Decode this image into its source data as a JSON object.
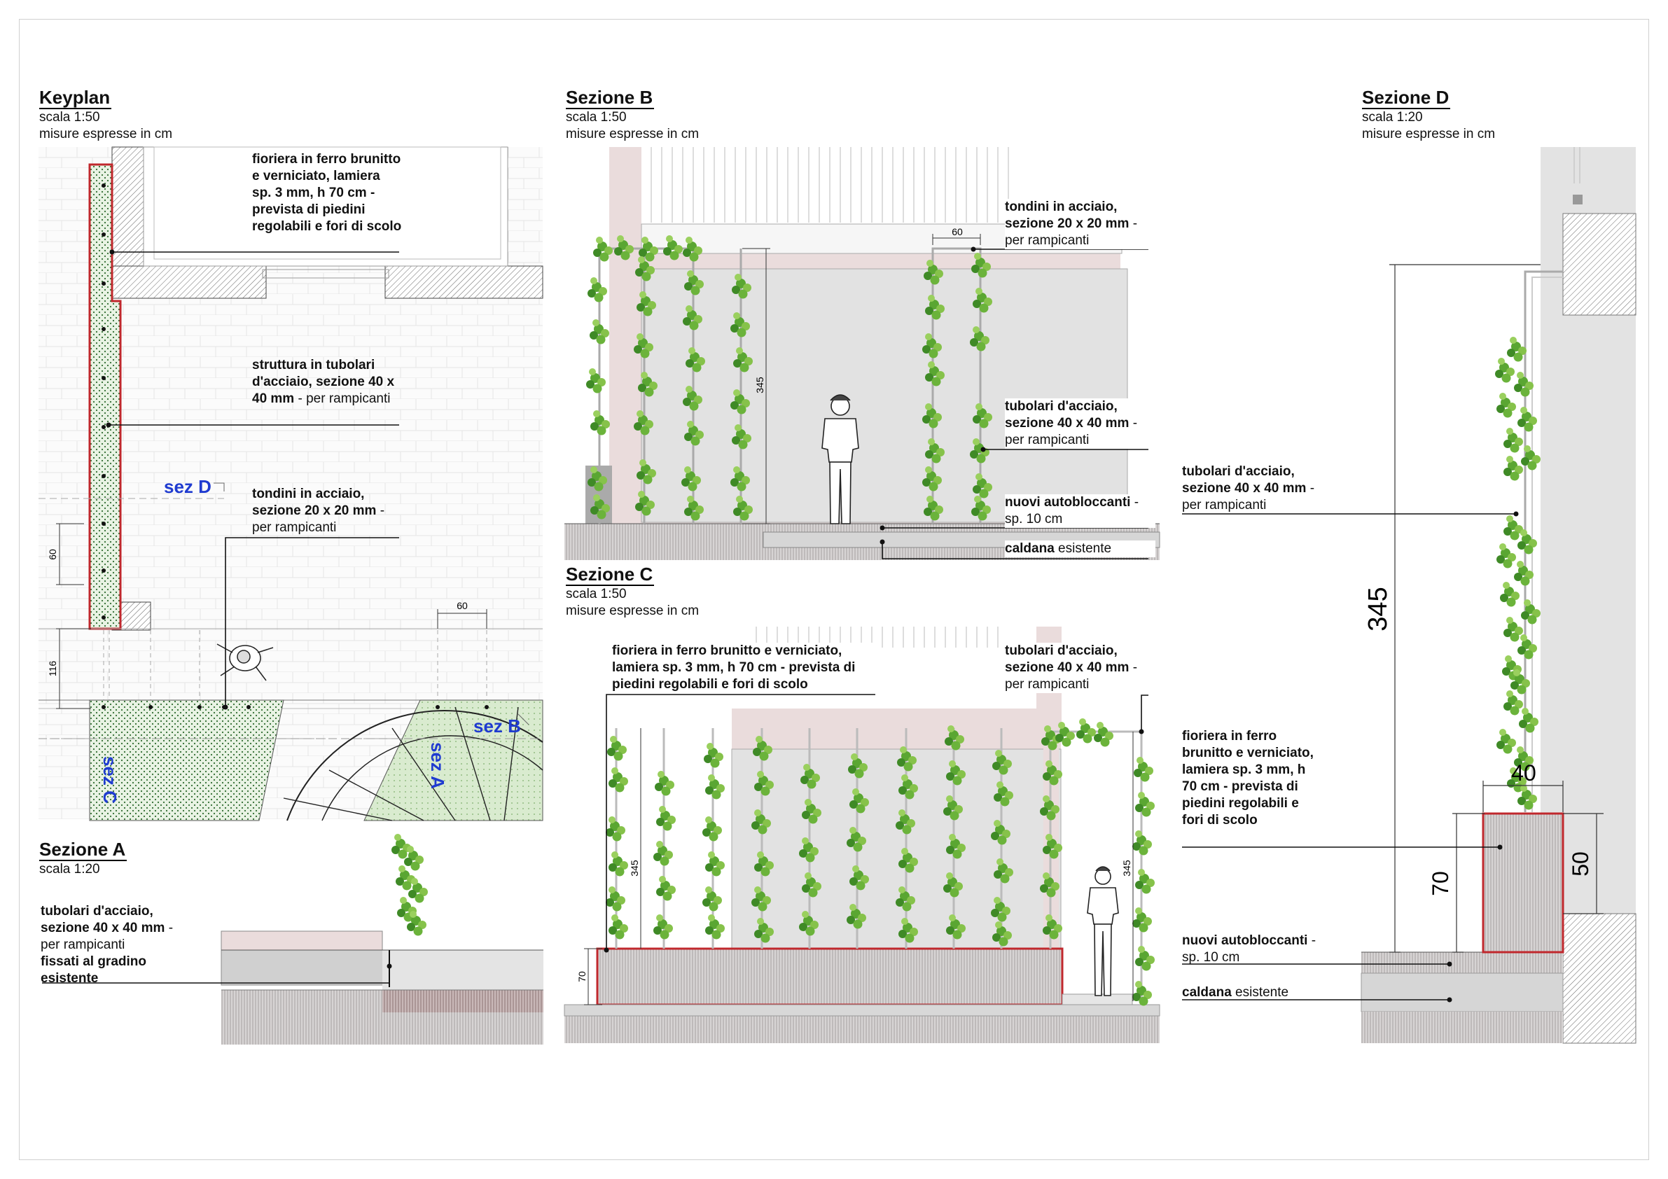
{
  "sheet": {
    "background": "#ffffff",
    "frame_color": "#cfcfcf"
  },
  "colors": {
    "planter_red": "#c0282d",
    "leaf_green": "#4c9a2a",
    "sez_blue": "#1f3bd0",
    "wall_pink": "#eadcdc"
  },
  "keyplan": {
    "title": "Keyplan",
    "scale": "scala 1:50",
    "units": "misure espresse in cm",
    "note_planter": "fioriera in ferro brunitto e verniciato, lamiera sp. 3 mm, h 70 cm - prevista di piedini regolabili e fori di scolo",
    "note_structure_bold": "struttura in tubolari d'acciaio, sezione 40 x 40 mm",
    "note_structure_rest": " - per rampicanti",
    "note_rods_bold": "tondini in acciaio, sezione 20 x 20 mm",
    "note_rods_rest": " - per rampicanti",
    "sez_d": "sez D",
    "sez_b": "sez B",
    "sez_c": "sez C",
    "sez_a": "sez A",
    "dim_60_vertical": "60",
    "dim_116": "116",
    "dim_60_horizontal": "60"
  },
  "sezione_a": {
    "title": "Sezione A",
    "scale": "scala 1:20",
    "note_bold_1": "tubolari d'acciaio, sezione 40 x 40 mm",
    "note_rest_1": " - per rampicanti",
    "note_bold_2": "fissati al gradino esistente"
  },
  "sezione_b": {
    "title": "Sezione B",
    "scale": "scala 1:50",
    "units": "misure espresse in cm",
    "note_rods_bold": "tondini in acciaio, sezione 20 x 20 mm",
    "note_rods_rest": " - per rampicanti",
    "note_tubes_bold": "tubolari d'acciaio, sezione 40 x 40 mm",
    "note_tubes_rest": " - per rampicanti",
    "note_pavers_bold": "nuovi autobloccanti",
    "note_pavers_rest": " - sp. 10 cm",
    "note_screed_bold": "caldana",
    "note_screed_rest": " esistente",
    "dim_60": "60",
    "dim_345": "345"
  },
  "sezione_c": {
    "title": "Sezione C",
    "scale": "scala 1:50",
    "units": "misure espresse in cm",
    "note_planter": "fioriera in ferro brunitto e verniciato, lamiera sp. 3 mm, h 70 cm - prevista di piedini regolabili e fori di scolo",
    "note_tubes_bold": "tubolari d'acciaio, sezione 40 x 40 mm",
    "note_tubes_rest": " - per rampicanti",
    "dim_345_left": "345",
    "dim_345_right": "345",
    "dim_70": "70"
  },
  "sezione_d": {
    "title": "Sezione D",
    "scale": "scala 1:20",
    "units": "misure espresse in cm",
    "note_tubes_bold": "tubolari d'acciaio, sezione 40 x 40 mm",
    "note_tubes_rest": " - per rampicanti",
    "note_planter": "fioriera in ferro brunitto e verniciato, lamiera sp. 3 mm, h 70 cm - prevista di piedini regolabili e fori di scolo",
    "note_pavers_bold": "nuovi autobloccanti",
    "note_pavers_rest": " - sp. 10 cm",
    "note_screed_bold": "caldana",
    "note_screed_rest": " esistente",
    "dim_345": "345",
    "dim_40": "40",
    "dim_70": "70",
    "dim_50": "50"
  }
}
